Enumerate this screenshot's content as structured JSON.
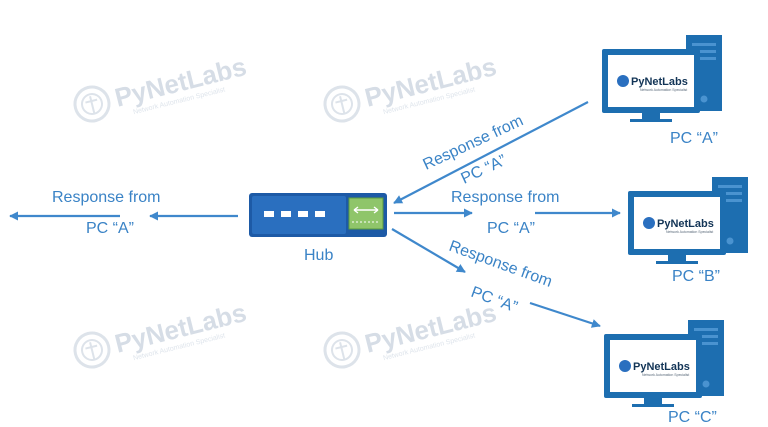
{
  "hub": {
    "label": "Hub"
  },
  "pcs": [
    {
      "label": "PC “A”",
      "screen_brand": "PyNetLabs",
      "screen_tagline": "Network Automation Specialist"
    },
    {
      "label": "PC “B”",
      "screen_brand": "PyNetLabs",
      "screen_tagline": "Network Automation Specialist"
    },
    {
      "label": "PC “C”",
      "screen_brand": "PyNetLabs",
      "screen_tagline": "Network Automation Specialist"
    }
  ],
  "arrow_labels": {
    "left": {
      "line1": "Response from",
      "line2": "PC “A”"
    },
    "upper": {
      "line1": "Response from",
      "line2": "PC “A”"
    },
    "middle": {
      "line1": "Response from",
      "line2": "PC “A”"
    },
    "lower": {
      "line1": "Response from",
      "line2": "PC “A”"
    }
  },
  "watermark": {
    "brand": "PyNetLabs",
    "tagline": "Network Automation Specialist"
  },
  "colors": {
    "arrow": "#3f88cc",
    "hub_body": "#1d5aa6",
    "monitor": "#1d6eb0",
    "label": "#3a83c6"
  }
}
